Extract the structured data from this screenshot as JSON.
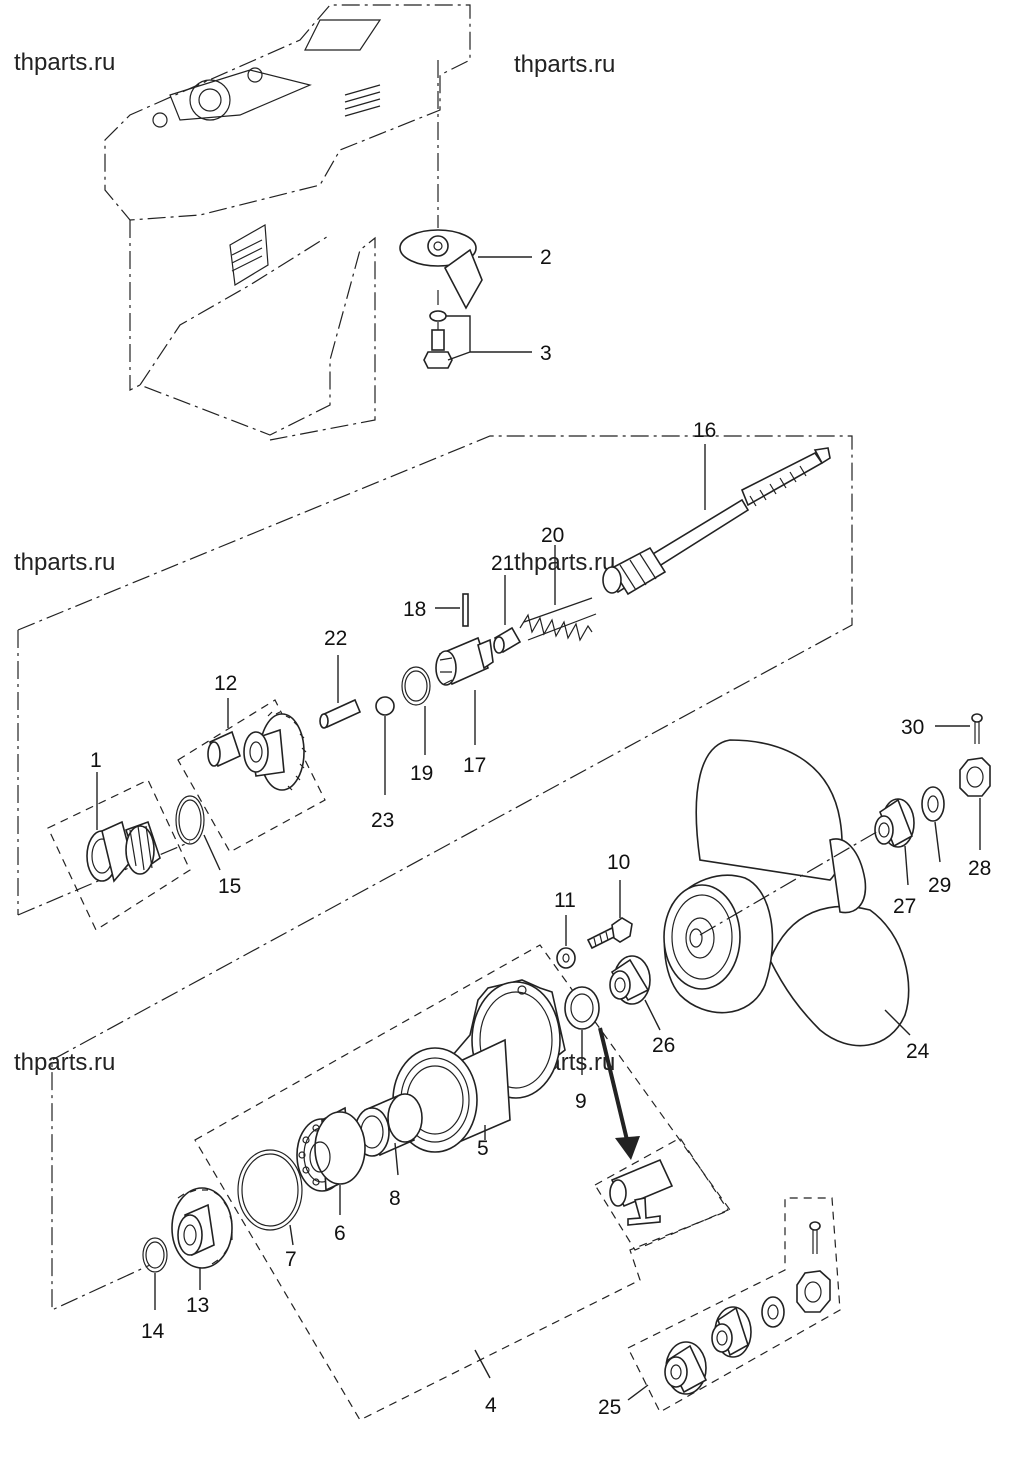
{
  "watermark": "thparts.ru",
  "callouts": {
    "c1": "1",
    "c2": "2",
    "c3": "3",
    "c4": "4",
    "c5": "5",
    "c6": "6",
    "c7": "7",
    "c8": "8",
    "c9": "9",
    "c10": "10",
    "c11": "11",
    "c12": "12",
    "c13": "13",
    "c14": "14",
    "c15": "15",
    "c16": "16",
    "c17": "17",
    "c18": "18",
    "c19": "19",
    "c20": "20",
    "c21": "21",
    "c22": "22",
    "c23": "23",
    "c24": "24",
    "c25": "25",
    "c26": "26",
    "c27": "27",
    "c28": "28",
    "c29": "29",
    "c30": "30"
  },
  "colors": {
    "line": "#222222",
    "background": "#ffffff",
    "arrow": "#222222"
  }
}
